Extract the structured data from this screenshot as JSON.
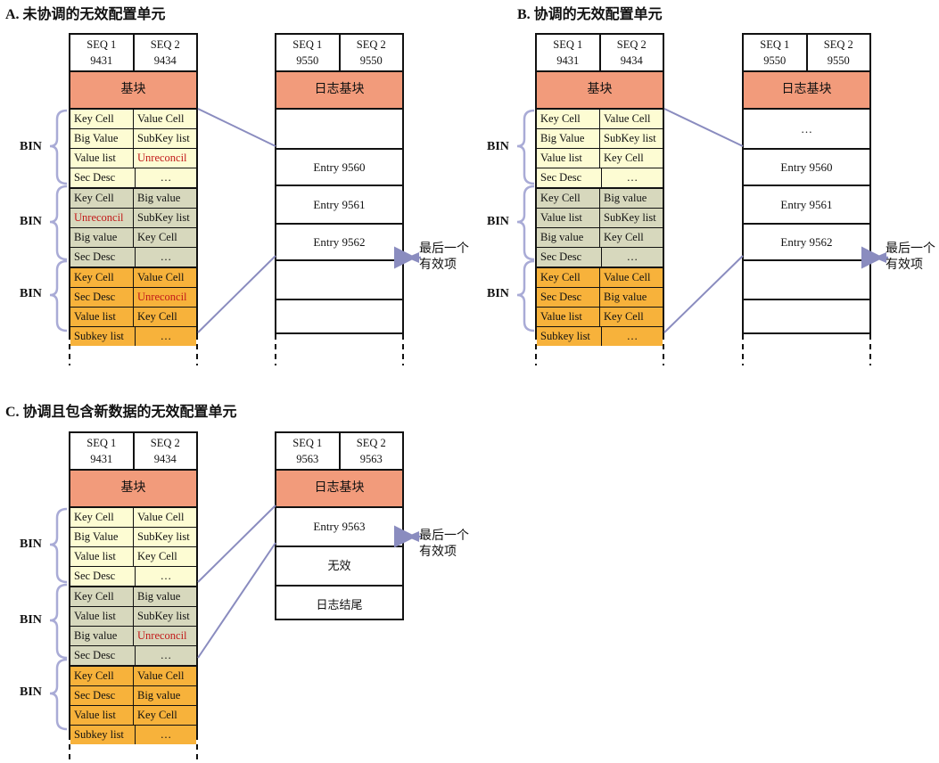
{
  "labels": {
    "bin": "BIN",
    "last_valid_line1": "最后一个",
    "last_valid_line2": "有效项"
  },
  "diagrams": [
    {
      "title": "A. 未协调的无效配置单元",
      "hive": {
        "seq1": "SEQ 1",
        "seq1_value": "9431",
        "seq2": "SEQ 2",
        "seq2_value": "9434",
        "base_block": "基块",
        "rows": [
          [
            "Key Cell",
            "Value Cell"
          ],
          [
            "Big Value",
            "SubKey list"
          ],
          [
            "Value list",
            "Unreconcil"
          ],
          [
            "Sec Desc",
            "…"
          ],
          [
            "Key Cell",
            "Big value"
          ],
          [
            "Unreconcil",
            "SubKey list"
          ],
          [
            "Big value",
            "Key Cell"
          ],
          [
            "Sec Desc",
            "…"
          ],
          [
            "Key Cell",
            "Value Cell"
          ],
          [
            "Sec Desc",
            "Unreconcil"
          ],
          [
            "Value list",
            "Key Cell"
          ],
          [
            "Subkey list",
            "…"
          ]
        ]
      },
      "log": {
        "seq1": "SEQ 1",
        "seq1_value": "9550",
        "seq2": "SEQ 2",
        "seq2_value": "9550",
        "base_block": "日志基块",
        "entries": [
          "",
          "Entry 9560",
          "Entry 9561",
          "Entry 9562",
          "",
          "",
          ""
        ]
      }
    },
    {
      "title": "B. 协调的无效配置单元",
      "hive": {
        "seq1": "SEQ 1",
        "seq1_value": "9431",
        "seq2": "SEQ 2",
        "seq2_value": "9434",
        "base_block": "基块",
        "rows": [
          [
            "Key Cell",
            "Value Cell"
          ],
          [
            "Big Value",
            "SubKey list"
          ],
          [
            "Value list",
            "Key Cell"
          ],
          [
            "Sec Desc",
            "…"
          ],
          [
            "Key Cell",
            "Big value"
          ],
          [
            "Value list",
            "SubKey list"
          ],
          [
            "Big value",
            "Key Cell"
          ],
          [
            "Sec Desc",
            "…"
          ],
          [
            "Key Cell",
            "Value Cell"
          ],
          [
            "Sec Desc",
            "Big value"
          ],
          [
            "Value list",
            "Key Cell"
          ],
          [
            "Subkey list",
            "…"
          ]
        ]
      },
      "log": {
        "seq1": "SEQ 1",
        "seq1_value": "9550",
        "seq2": "SEQ 2",
        "seq2_value": "9550",
        "base_block": "日志基块",
        "entries": [
          "…",
          "Entry 9560",
          "Entry 9561",
          "Entry 9562",
          "",
          "",
          ""
        ]
      }
    },
    {
      "title": "C. 协调且包含新数据的无效配置单元",
      "hive": {
        "seq1": "SEQ 1",
        "seq1_value": "9431",
        "seq2": "SEQ 2",
        "seq2_value": "9434",
        "base_block": "基块",
        "rows": [
          [
            "Key Cell",
            "Value Cell"
          ],
          [
            "Big Value",
            "SubKey list"
          ],
          [
            "Value list",
            "Key Cell"
          ],
          [
            "Sec Desc",
            "…"
          ],
          [
            "Key Cell",
            "Big value"
          ],
          [
            "Value list",
            "SubKey list"
          ],
          [
            "Big value",
            "Unreconcil"
          ],
          [
            "Sec Desc",
            "…"
          ],
          [
            "Key Cell",
            "Value Cell"
          ],
          [
            "Sec Desc",
            "Big value"
          ],
          [
            "Value list",
            "Key Cell"
          ],
          [
            "Subkey list",
            "…"
          ]
        ]
      },
      "log": {
        "seq1": "SEQ 1",
        "seq1_value": "9563",
        "seq2": "SEQ 2",
        "seq2_value": "9563",
        "base_block": "日志基块",
        "entries": [
          "Entry 9563",
          "无效",
          "日志结尾"
        ]
      }
    }
  ],
  "colors": {
    "base_block": "#f29b7b",
    "bin1": "#fdfcd3",
    "bin2": "#d7d8bd",
    "bin3": "#f7b23b",
    "unreconciled_text": "#c21a1a",
    "connector": "#8a8cbf",
    "brace": "#a9abd6"
  }
}
